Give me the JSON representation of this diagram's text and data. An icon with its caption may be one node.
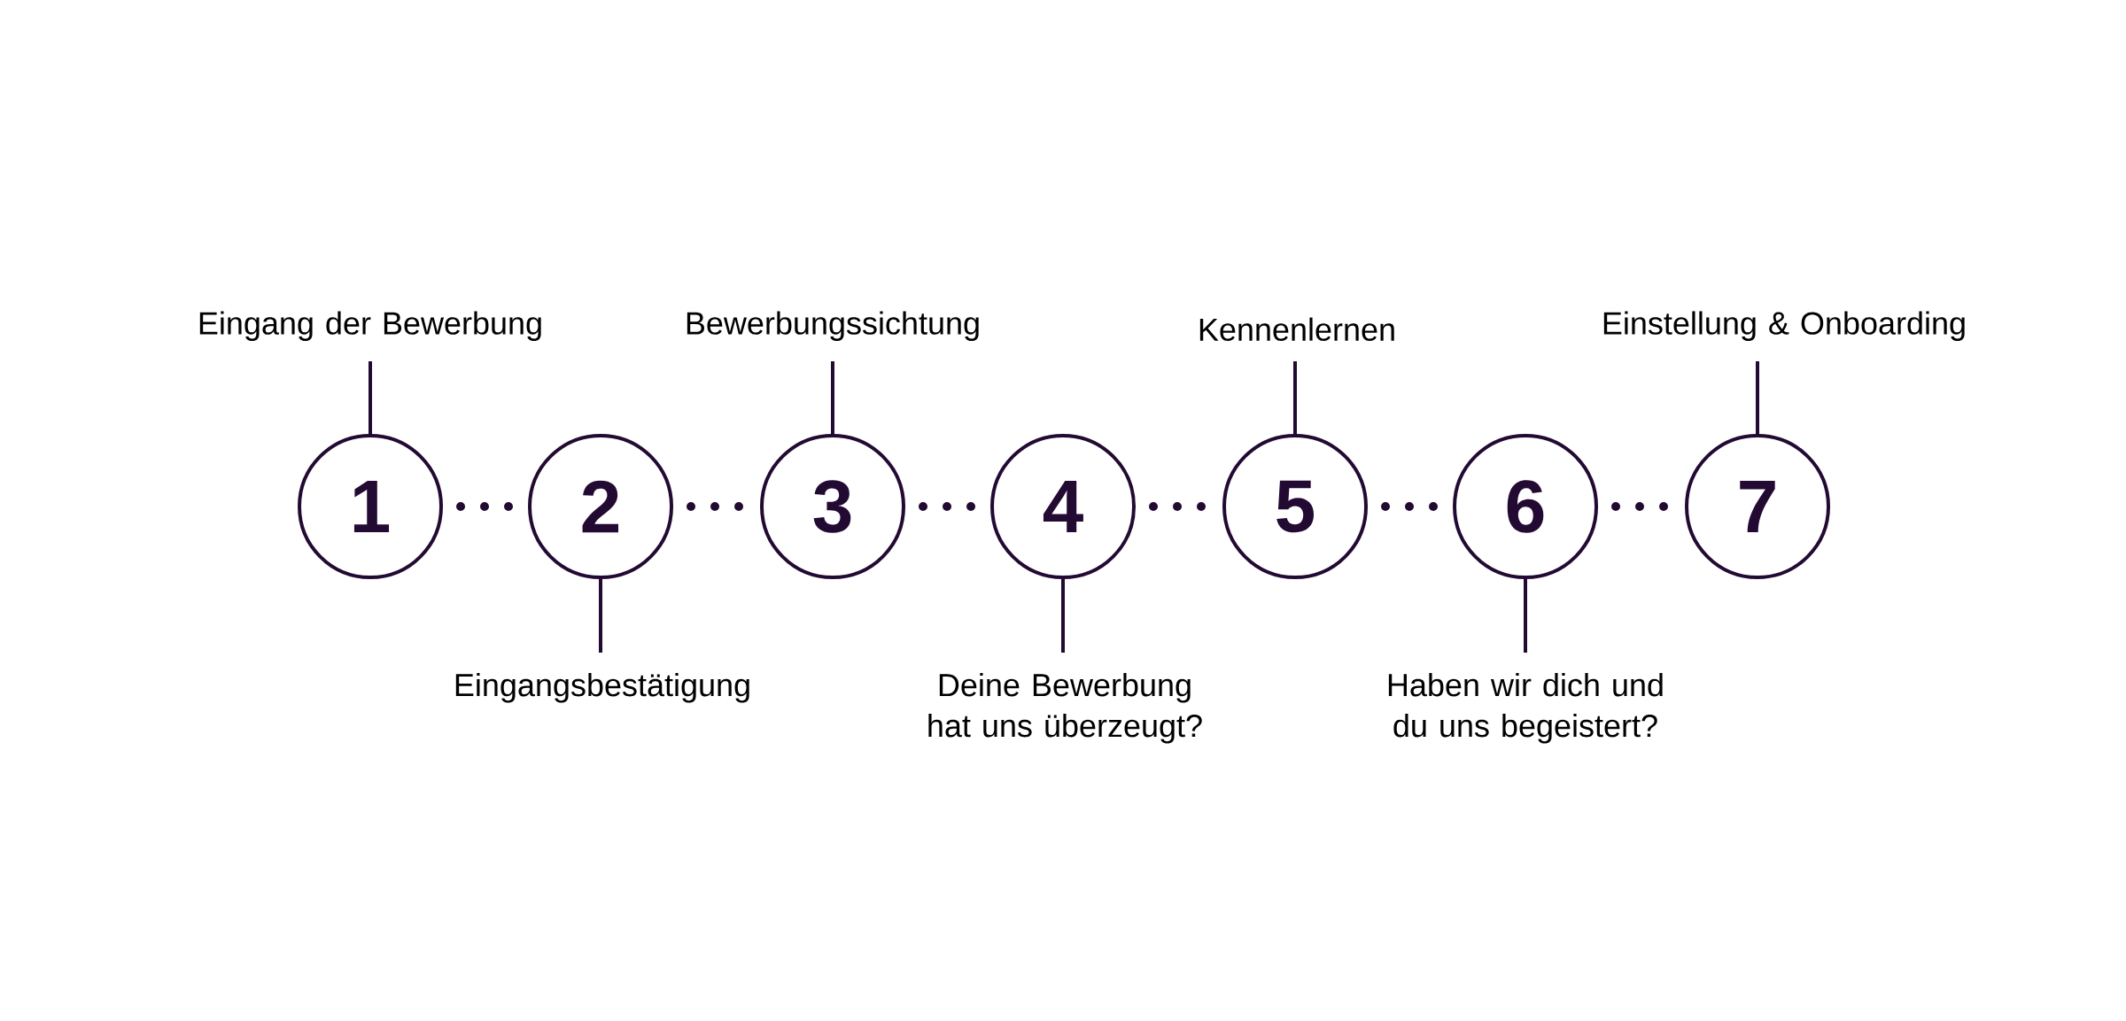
{
  "diagram": {
    "nodes": [
      {
        "text": [
          "1"
        ]
      },
      {
        "text": [
          "2"
        ]
      },
      {
        "text": [
          "3"
        ]
      },
      {
        "text": [
          "4"
        ]
      },
      {
        "text": [
          "5"
        ]
      },
      {
        "text": [
          "6"
        ]
      },
      {
        "text": [
          "7"
        ]
      },
      {
        "text": [
          "Eingang der Bewerbung"
        ]
      },
      {
        "text": [
          "Eingangsbestätigung"
        ]
      },
      {
        "text": [
          "Bewerbungssichtung"
        ]
      },
      {
        "text": [
          "Deine Bewerbung hat uns überzeugt?"
        ]
      },
      {
        "text": [
          "Kennenlernen"
        ]
      },
      {
        "text": [
          "Haben wir dich und du uns begeistert?"
        ]
      },
      {
        "text": [
          "Einstellung & Onboarding"
        ]
      }
    ],
    "edges": [
      {
        "from": 7,
        "to": 0,
        "arrow": "none"
      },
      {
        "from": 8,
        "to": 1,
        "arrow": "none"
      },
      {
        "from": 9,
        "to": 2,
        "arrow": "none"
      },
      {
        "from": 10,
        "to": 3,
        "arrow": "none"
      },
      {
        "from": 11,
        "to": 4,
        "arrow": "none"
      },
      {
        "from": 12,
        "to": 5,
        "arrow": "none"
      },
      {
        "from": 13,
        "to": 6,
        "arrow": "none"
      },
      {
        "from": 0,
        "to": 1,
        "arrow": "none",
        "style": "dashed"
      },
      {
        "from": 1,
        "to": 2,
        "arrow": "none",
        "style": "dashed"
      },
      {
        "from": 2,
        "to": 3,
        "arrow": "none",
        "style": "dashed"
      },
      {
        "from": 3,
        "to": 4,
        "arrow": "none",
        "style": "dashed"
      },
      {
        "from": 4,
        "to": 5,
        "arrow": "none",
        "style": "dashed"
      },
      {
        "from": 5,
        "to": 6,
        "arrow": "none",
        "style": "dashed"
      }
    ]
  }
}
